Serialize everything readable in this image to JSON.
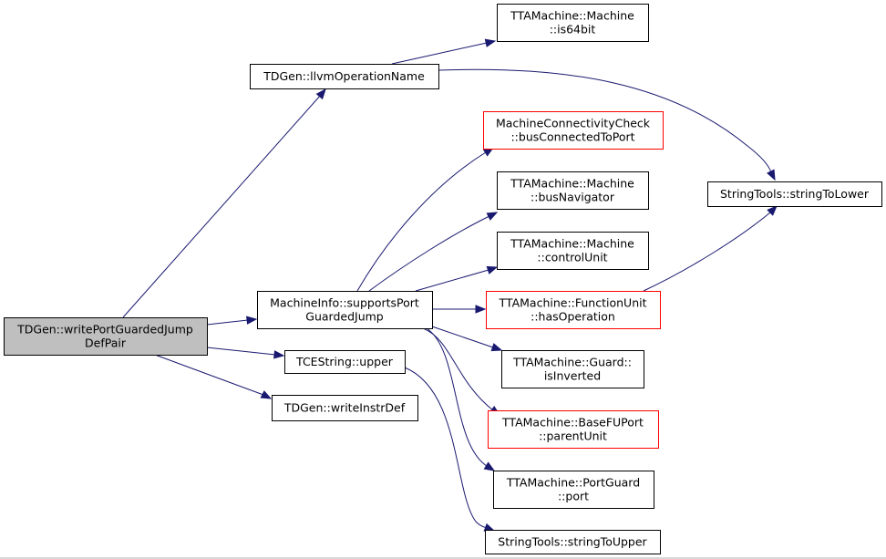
{
  "graph": {
    "nodes": {
      "root": {
        "lines": [
          "TDGen::writePortGuardedJump",
          "DefPair"
        ]
      },
      "llvmop": {
        "lines": [
          "TDGen::llvmOperationName"
        ]
      },
      "is64bit": {
        "lines": [
          "TTAMachine::Machine",
          "::is64bit"
        ]
      },
      "supports": {
        "lines": [
          "MachineInfo::supportsPort",
          "GuardedJump"
        ]
      },
      "upper": {
        "lines": [
          "TCEString::upper"
        ]
      },
      "writeinstr": {
        "lines": [
          "TDGen::writeInstrDef"
        ]
      },
      "busconn": {
        "lines": [
          "MachineConnectivityCheck",
          "::busConnectedToPort"
        ]
      },
      "busnav": {
        "lines": [
          "TTAMachine::Machine",
          "::busNavigator"
        ]
      },
      "controlunit": {
        "lines": [
          "TTAMachine::Machine",
          "::controlUnit"
        ]
      },
      "hasop": {
        "lines": [
          "TTAMachine::FunctionUnit",
          "::hasOperation"
        ]
      },
      "isinverted": {
        "lines": [
          "TTAMachine::Guard::",
          "isInverted"
        ]
      },
      "parentunit": {
        "lines": [
          "TTAMachine::BaseFUPort",
          "::parentUnit"
        ]
      },
      "portguard": {
        "lines": [
          "TTAMachine::PortGuard",
          "::port"
        ]
      },
      "toupper": {
        "lines": [
          "StringTools::stringToUpper"
        ]
      },
      "tolower": {
        "lines": [
          "StringTools::stringToLower"
        ]
      }
    },
    "edges": [
      {
        "from": "root",
        "to": "llvmop"
      },
      {
        "from": "root",
        "to": "supports"
      },
      {
        "from": "root",
        "to": "upper"
      },
      {
        "from": "root",
        "to": "writeinstr"
      },
      {
        "from": "llvmop",
        "to": "is64bit"
      },
      {
        "from": "llvmop",
        "to": "tolower"
      },
      {
        "from": "supports",
        "to": "busconn"
      },
      {
        "from": "supports",
        "to": "busnav"
      },
      {
        "from": "supports",
        "to": "controlunit"
      },
      {
        "from": "supports",
        "to": "hasop"
      },
      {
        "from": "supports",
        "to": "isinverted"
      },
      {
        "from": "supports",
        "to": "parentunit"
      },
      {
        "from": "supports",
        "to": "portguard"
      },
      {
        "from": "upper",
        "to": "toupper"
      },
      {
        "from": "hasop",
        "to": "tolower"
      }
    ],
    "colors": {
      "edge": "#191970",
      "node_border": "#000000",
      "node_border_external": "#ff0000",
      "root_fill": "#bfbfbf"
    }
  }
}
